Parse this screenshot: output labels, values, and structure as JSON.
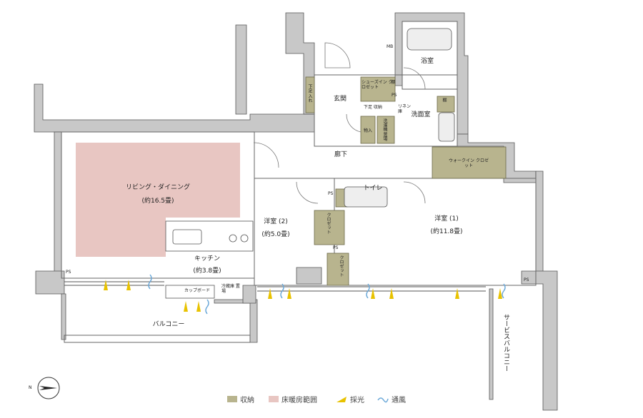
{
  "rooms": {
    "living": {
      "name": "リビング・ダイニング",
      "size": "(約16.5畳)"
    },
    "kitchen": {
      "name": "キッチン",
      "size": "(約3.8畳)"
    },
    "western1": {
      "name": "洋室 (1)",
      "size": "(約11.8畳)"
    },
    "western2": {
      "name": "洋室 (2)",
      "size": "(約5.0畳)"
    },
    "bath": "浴室",
    "washroom": "洗面室",
    "entrance": "玄関",
    "hallway": "廊下",
    "toilet": "トイレ",
    "balcony": "バルコニー",
    "service_balcony": "サービスバルコニー"
  },
  "storage": {
    "shoes_in_closet": "シューズイン クロゼット",
    "walk_in_closet": "ウォークイン クロゼット",
    "closet_v": "クロゼット",
    "closet_w2": "クロゼット",
    "cupboard": "カップボード",
    "fridge": "冷蔵庫 置場",
    "linen": "リネン 庫",
    "storage_in": "物入",
    "washer": "洗濯機 置場",
    "shelf": "棚",
    "shelf2": "棚",
    "geta": "下足 入れ",
    "geta2": "下足 収納",
    "ps_label": "PS",
    "mb_label": "MB"
  },
  "legend": [
    {
      "label": "収納",
      "color": "#b8b48e"
    },
    {
      "label": "床暖房範囲",
      "color": "#e8c6c2"
    },
    {
      "label": "採光",
      "color": "#e8c200"
    },
    {
      "label": "通風",
      "color": "#6aa8d8"
    }
  ],
  "compass": {
    "label": "N"
  },
  "colors": {
    "storage": "#b8b48e",
    "floor_heating": "#e8c6c2",
    "wall": "#c8c8c8",
    "light": "#e8c200",
    "wind": "#6aa8d8"
  }
}
